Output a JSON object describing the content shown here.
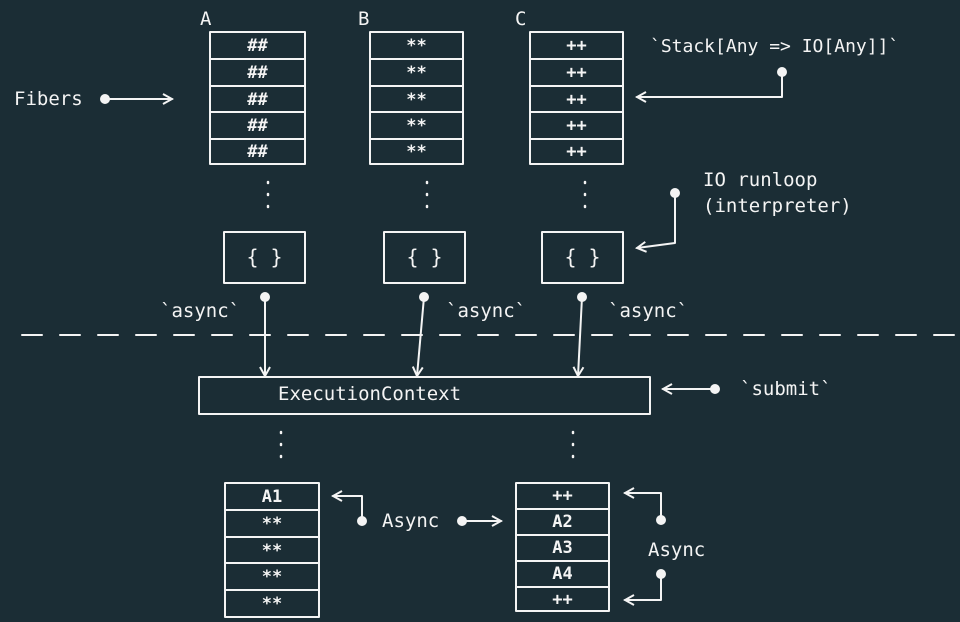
{
  "fibers": {
    "label": "Fibers",
    "columns": [
      {
        "name": "A",
        "cells": [
          "##",
          "##",
          "##",
          "##",
          "##"
        ],
        "runloop": "{ }",
        "edge_label": "`async`"
      },
      {
        "name": "B",
        "cells": [
          "**",
          "**",
          "**",
          "**",
          "**"
        ],
        "runloop": "{ }",
        "edge_label": "`async`"
      },
      {
        "name": "C",
        "cells": [
          "++",
          "++",
          "++",
          "++",
          "++"
        ],
        "runloop": "{ }",
        "edge_label": "`async`"
      }
    ]
  },
  "annotations": {
    "stack": "`Stack[Any => IO[Any]]`",
    "runloop_line1": "IO runloop",
    "runloop_line2": "(interpreter)",
    "submit": "`submit`"
  },
  "execution_context": {
    "label": "ExecutionContext"
  },
  "threads": {
    "left": [
      "A1",
      "**",
      "**",
      "**",
      "**"
    ],
    "right": [
      "++",
      "A2",
      "A3",
      "A4",
      "++"
    ],
    "async_between": "Async",
    "async_right": "Async"
  },
  "colors": {
    "background": "#1b2d35",
    "ink": "#f4f4f4"
  }
}
